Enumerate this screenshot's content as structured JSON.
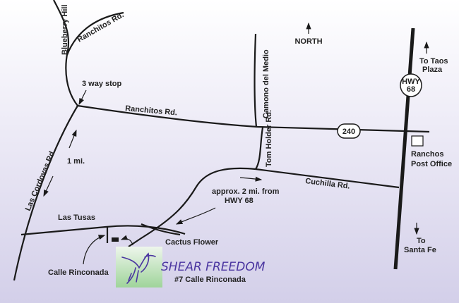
{
  "roads": {
    "blueberry_hill": "Blueberry Hill",
    "ranchitos_upper": "Ranchitos Rd.",
    "ranchitos_main": "Ranchitos Rd.",
    "camono_del_medio": "Camono del Medio",
    "tom_holder": "Tom Holder Rd.",
    "cuchilla": "Cuchilla Rd.",
    "las_cordovas": "Las Cordovas Rd.",
    "las_tusas": "Las Tusas",
    "calle_rinconada": "Calle Rinconada",
    "cactus_flower": "Cactus Flower"
  },
  "markers": {
    "three_way_stop": "3 way stop",
    "distance_1mi": "1 mi.",
    "distance_2mi_line1": "approx. 2 mi. from",
    "distance_2mi_line2": "HWY 68",
    "north": "NORTH",
    "to_taos_line1": "To Taos",
    "to_taos_line2": "Plaza",
    "to_santa_fe_line1": "To",
    "to_santa_fe_line2": "Santa Fe",
    "post_office_line1": "Ranchos",
    "post_office_line2": "Post Office",
    "hwy68_line1": "HWY",
    "hwy68_line2": "68",
    "route_240": "240"
  },
  "business": {
    "name": "SHEAR FREEDOM",
    "address": "#7 Calle Rinconada"
  },
  "colors": {
    "brand": "#4a35a0",
    "logo_bg_top": "#e8f3e4",
    "logo_bg_bottom": "#9fd49a"
  }
}
